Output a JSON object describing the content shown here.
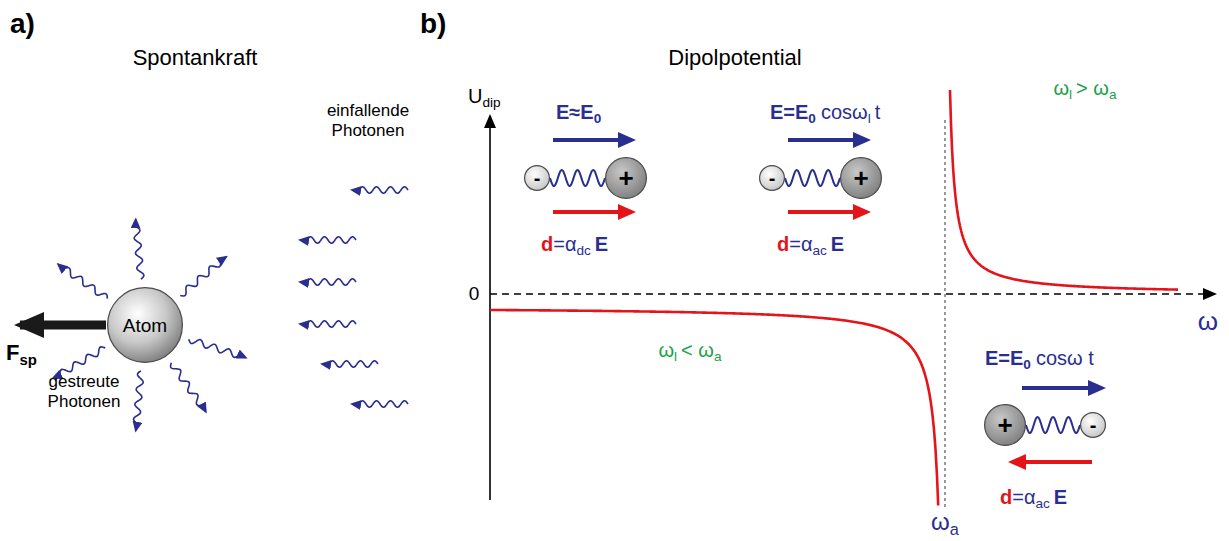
{
  "diagram": {
    "nodes": [
      {
        "text": [
          "Atom"
        ]
      },
      {
        "text": [
          "-"
        ]
      },
      {
        "text": [
          "+"
        ]
      },
      {
        "text": [
          "-"
        ]
      },
      {
        "text": [
          "+"
        ]
      },
      {
        "text": [
          "+"
        ]
      },
      {
        "text": [
          "-"
        ]
      }
    ],
    "edges": [
      {
        "from": 1,
        "to": 2,
        "arrow": "none"
      },
      {
        "from": 3,
        "to": 4,
        "arrow": "none"
      },
      {
        "from": 5,
        "to": 6,
        "arrow": "none"
      }
    ],
    "labels": [
      "a)",
      "Spontankraft",
      "einfallende Photonen",
      "gestreute Photonen",
      "F",
      "sp",
      "b)",
      "Dipolpotential",
      "U",
      "dip",
      "0",
      "ω",
      "ω",
      "a",
      "E≈E",
      "0",
      "d",
      "=α",
      "dc",
      "E",
      "E=E",
      "0",
      "cosω",
      "l",
      "t",
      "d",
      "=α",
      "ac",
      "E",
      "E=E",
      "0",
      "cosω t",
      "d",
      "=α",
      "ac",
      "E",
      "ω",
      "l",
      "< ω",
      "a",
      "ω",
      "l",
      "> ω",
      "a"
    ]
  }
}
